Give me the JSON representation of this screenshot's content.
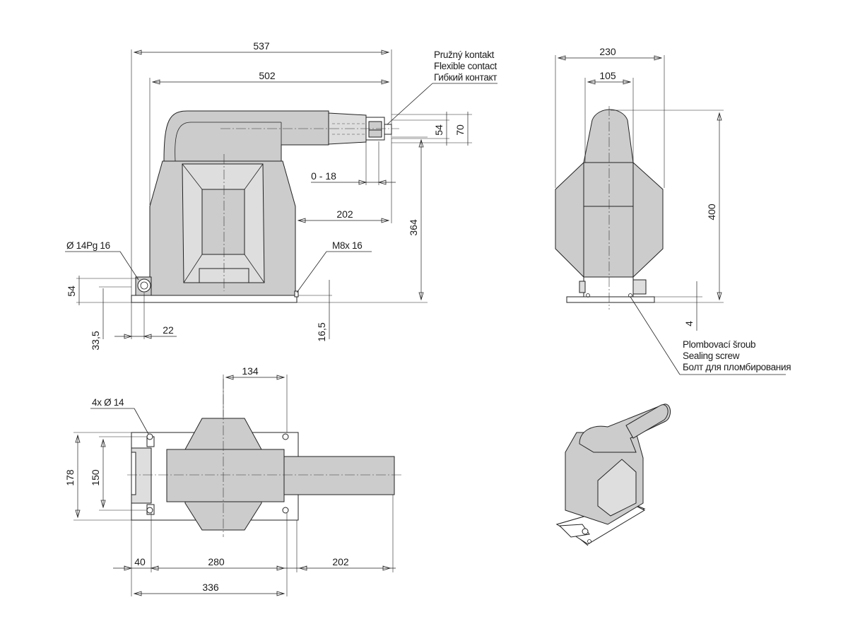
{
  "colors": {
    "part_fill": "#cccccc",
    "line": "#222222",
    "background": "#ffffff"
  },
  "dimensions": {
    "front_total_width": "537",
    "front_body_width": "502",
    "contact_adjust": "0 - 18",
    "contact_overhang": "202",
    "total_height": "364",
    "contact_h1": "54",
    "contact_h2": "70",
    "gland_height": "54",
    "gland_offset": "33,5",
    "gland_depth": "22",
    "stud_height": "16,5",
    "side_width": "230",
    "side_core": "105",
    "side_height": "400",
    "base_thickness": "4",
    "top_core": "134",
    "top_width": "178",
    "top_hole_pitch": "150",
    "top_edge": "40",
    "top_hole_span": "280",
    "top_overhang": "202",
    "top_base_length": "336"
  },
  "labels": {
    "gland": "Ø 14Pg 16",
    "stud": "M8x 16",
    "holes": "4x  Ø 14",
    "flexible_contact": [
      "Pružný kontakt",
      "Flexible contact",
      "Гибкий контакт"
    ],
    "sealing_screw": [
      "Plombovací šroub",
      "Sealing screw",
      "Болт для пломбирования"
    ]
  }
}
